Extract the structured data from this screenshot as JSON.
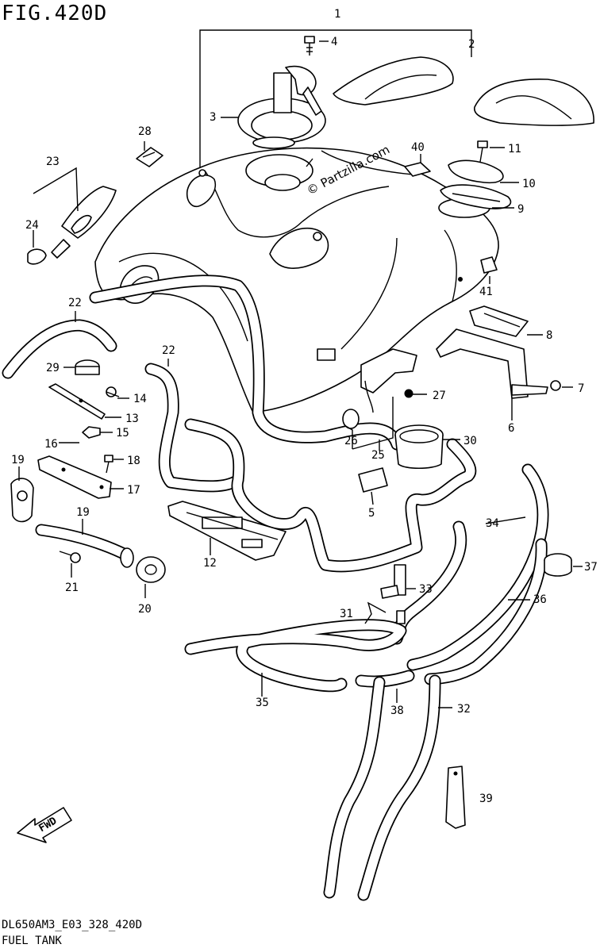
{
  "figure": {
    "title": "FIG.420D",
    "model_code": "DL650AM3_E03_328_420D",
    "caption": "FUEL TANK"
  },
  "watermark": "© Partzilla.com",
  "fwd_label": "FWD",
  "callouts": [
    "1",
    "2",
    "3",
    "4",
    "5",
    "6",
    "7",
    "8",
    "9",
    "10",
    "11",
    "12",
    "13",
    "14",
    "15",
    "16",
    "17",
    "18",
    "19",
    "19",
    "20",
    "21",
    "22",
    "22",
    "23",
    "24",
    "25",
    "26",
    "27",
    "28",
    "29",
    "30",
    "31",
    "32",
    "33",
    "34",
    "35",
    "36",
    "37",
    "38",
    "39",
    "40",
    "41"
  ]
}
